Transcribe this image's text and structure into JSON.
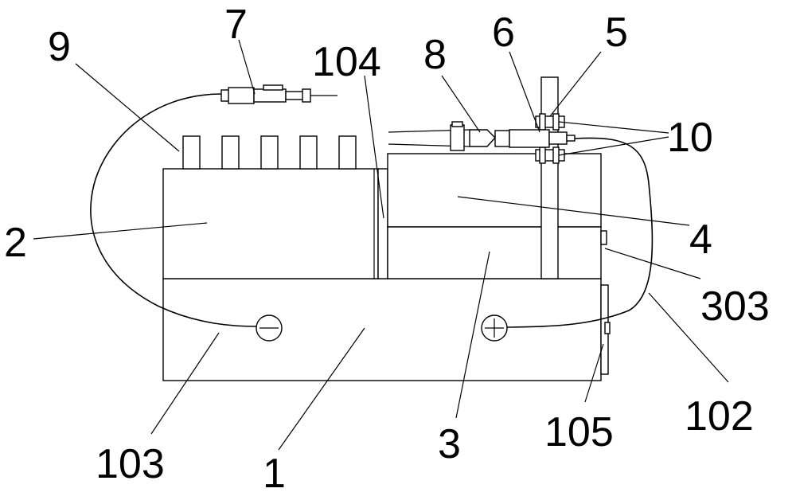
{
  "diagram": {
    "labels": {
      "base": "1",
      "left_block": "2",
      "lower_right_block": "3",
      "upper_right_block": "4",
      "clamp_bracket": "5",
      "pen_holder": "6",
      "soldering_iron": "7",
      "tweezers": "8",
      "tip_holders": "9",
      "clamp_screws": "10",
      "right_cable": "102",
      "left_cable": "103",
      "divider_gap": "104",
      "side_plate": "105",
      "side_switch": "303"
    },
    "terminals": {
      "negative_symbol": "⊖",
      "positive_symbol": "⊕"
    }
  }
}
